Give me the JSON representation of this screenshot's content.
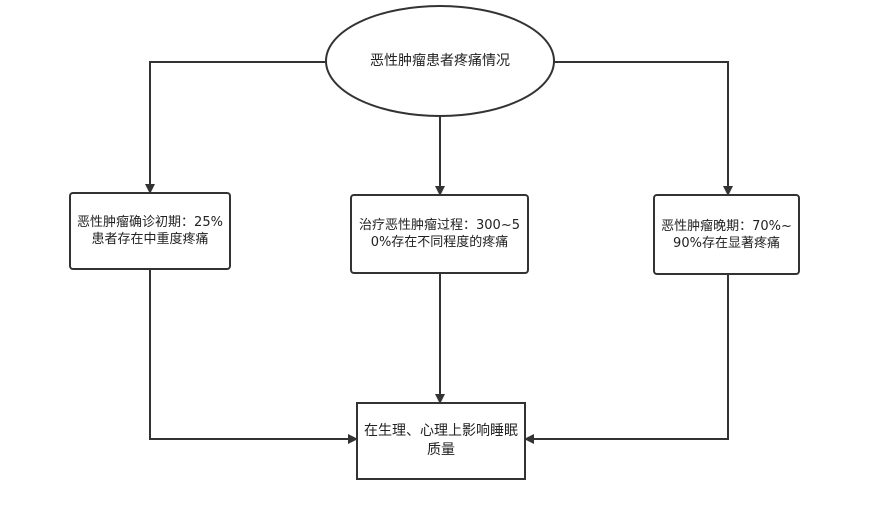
{
  "nodes": {
    "root": "恶性肿瘤患者疼痛情况",
    "early": "恶性肿瘤确诊初期：25%患者存在中重度疼痛",
    "mid": "治疗恶性肿瘤过程：300~50%存在不同程度的疼痛",
    "late": "恶性肿瘤晚期：70%~90%存在显著疼痛",
    "outcome": "在生理、心理上影响睡眠质量"
  },
  "colors": {
    "stroke": "#333333",
    "fill": "#ffffff",
    "text": "#222222"
  }
}
